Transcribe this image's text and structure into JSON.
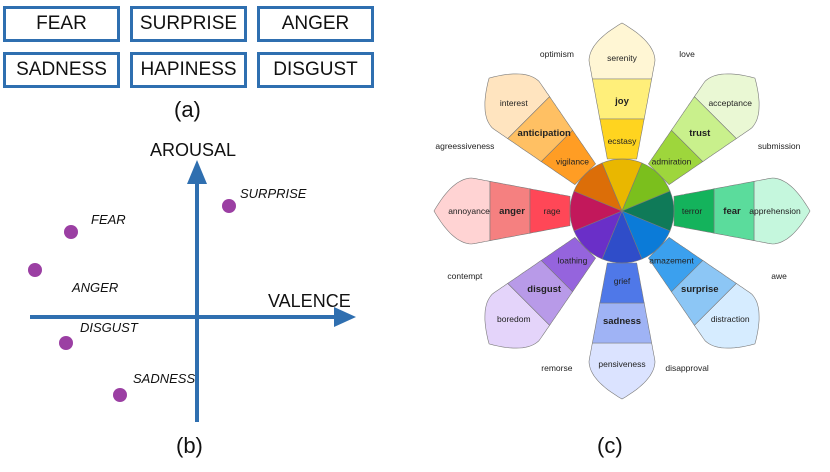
{
  "panel_a": {
    "emotions": [
      "FEAR",
      "SURPRISE",
      "ANGER",
      "SADNESS",
      "HAPINESS",
      "DISGUST"
    ],
    "caption": "(a)"
  },
  "panel_b": {
    "x_axis_label": "VALENCE",
    "y_axis_label": "AROUSAL",
    "caption": "(b)",
    "labels": [
      "SURPRISE",
      "FEAR",
      "ANGER",
      "DISGUST",
      "SADNESS"
    ],
    "dot_color": "#9b3fa3",
    "axis_color": "#2f6fb0"
  },
  "panel_c": {
    "caption": "(c)",
    "petals": [
      {
        "outer": "serenity",
        "mid": "joy",
        "inner": "ecstasy",
        "colors": [
          "#fff6d4",
          "#ffef7a",
          "#ffd41f",
          "#e9b700"
        ]
      },
      {
        "outer": "acceptance",
        "mid": "trust",
        "inner": "admiration",
        "colors": [
          "#eaf8d4",
          "#c9f08c",
          "#9ed63c",
          "#7bbf1d"
        ]
      },
      {
        "outer": "apprehension",
        "mid": "fear",
        "inner": "terror",
        "colors": [
          "#c5f7dd",
          "#5bdc9c",
          "#14b35c",
          "#0f7a58"
        ]
      },
      {
        "outer": "distraction",
        "mid": "surprise",
        "inner": "amazement",
        "colors": [
          "#d6ecff",
          "#8cc6f5",
          "#3ba0ee",
          "#0b7bd8"
        ]
      },
      {
        "outer": "pensiveness",
        "mid": "sadness",
        "inner": "grief",
        "colors": [
          "#dbe3ff",
          "#9fb3f5",
          "#4f78e8",
          "#2f4dc9"
        ]
      },
      {
        "outer": "boredom",
        "mid": "disgust",
        "inner": "loathing",
        "colors": [
          "#e4d4fa",
          "#b89ae8",
          "#9564dd",
          "#6a2fc8"
        ]
      },
      {
        "outer": "annoyance",
        "mid": "anger",
        "inner": "rage",
        "colors": [
          "#ffd3d3",
          "#f58080",
          "#ff4757",
          "#c2185b"
        ]
      },
      {
        "outer": "interest",
        "mid": "anticipation",
        "inner": "vigilance",
        "colors": [
          "#ffe4bf",
          "#ffc063",
          "#ff9d24",
          "#dc6e08"
        ]
      }
    ],
    "dyads": [
      "love",
      "submission",
      "awe",
      "disapproval",
      "remorse",
      "contempt",
      "agreessiveness",
      "optimism"
    ]
  }
}
